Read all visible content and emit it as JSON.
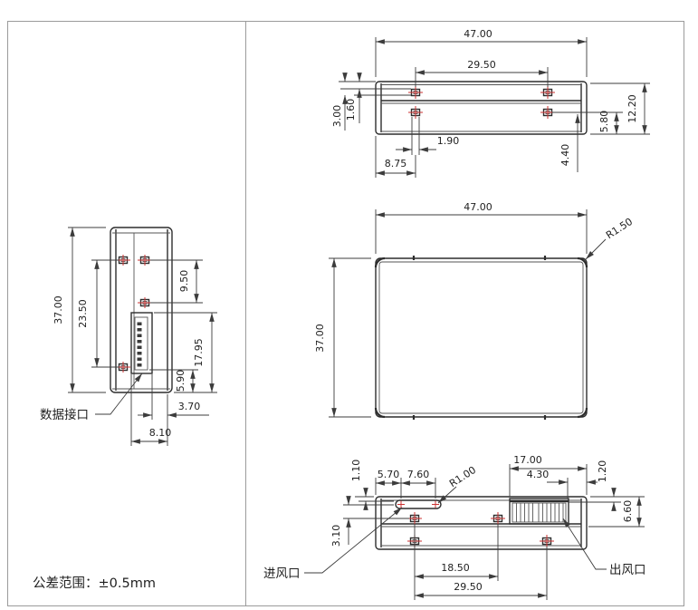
{
  "drawing": {
    "tolerance_note": "公差范围：±0.5mm",
    "labels": {
      "data_port": "数据接口",
      "air_inlet": "进风口",
      "air_outlet": "出风口"
    },
    "dims": {
      "left_view": {
        "height": "37.00",
        "pad_span": "23.50",
        "pad_gap": "9.50",
        "conn_height": "17.95",
        "conn_bottom": "5.90",
        "conn_offset": "3.70",
        "conn_width": "8.10"
      },
      "top_view": {
        "width": "47.00",
        "pad_span": "29.50",
        "hole_row2_offset": "3.00",
        "hole_row1_offset": "1.60",
        "depth": "12.20",
        "hole_to_edge": "5.80",
        "hole_to_bottom": "4.40",
        "hole_width": "1.90",
        "hole_from_left": "8.75"
      },
      "front_view": {
        "width": "47.00",
        "height": "37.00",
        "corner_radius": "R1.50"
      },
      "bottom_view": {
        "slot_top_offset": "1.10",
        "slot_from_left": "5.70",
        "slot_length": "7.60",
        "slot_radius": "R1.00",
        "vent_span": "17.00",
        "vent_margin": "4.30",
        "vent_top_offset": "1.20",
        "vent_depth": "6.60",
        "slot_to_hole": "3.10",
        "hole_span_row1": "18.50",
        "hole_span_row2": "29.50"
      }
    }
  },
  "colors": {
    "line": "#2d2d2d",
    "dim_line": "#3c3c3c",
    "center_mark": "#cc3333",
    "frame_border": "#9b9b9b",
    "background": "#ffffff"
  }
}
